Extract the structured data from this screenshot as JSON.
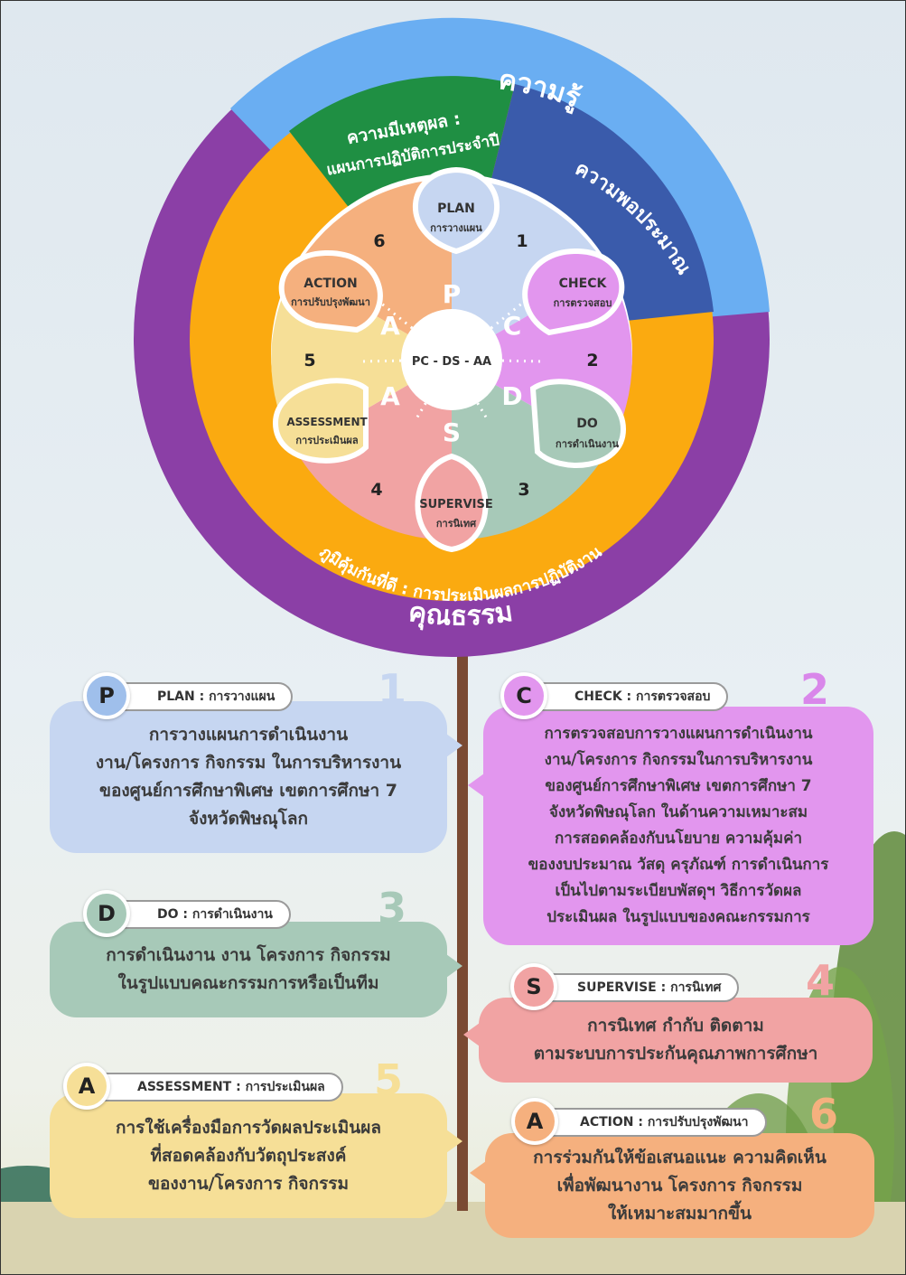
{
  "wheel": {
    "outer_top": "ความรู้",
    "outer_bottom": "คุณธรรม",
    "green_line1": "ความมีเหตุผล :",
    "green_line2": "แผนการปฏิบัติการประจำปี",
    "navy_label": "ความพอประมาณ",
    "orange_label": "ภูมิคุ้มกันที่ดี : การประเมินผลการปฏิบัติงาน",
    "center": "PC - DS - AA",
    "petals": [
      {
        "en": "PLAN",
        "th": "การวางแผน",
        "letter": "P",
        "num": "1"
      },
      {
        "en": "CHECK",
        "th": "การตรวจสอบ",
        "letter": "C",
        "num": "2"
      },
      {
        "en": "DO",
        "th": "การดำเนินงาน",
        "letter": "D",
        "num": "3"
      },
      {
        "en": "SUPERVISE",
        "th": "การนิเทศ",
        "letter": "S",
        "num": "4"
      },
      {
        "en": "ASSESSMENT",
        "th": "การประเมินผล",
        "letter": "A",
        "num": "5"
      },
      {
        "en": "ACTION",
        "th": "การปรับปรุงพัฒนา",
        "letter": "A",
        "num": "6"
      }
    ]
  },
  "cards": {
    "plan": {
      "letter": "P",
      "title": "PLAN : การวางแผน",
      "num": "1",
      "body": "การวางแผนการดำเนินงาน\nงาน/โครงการ กิจกรรม ในการบริหารงาน\nของศูนย์การศึกษาพิเศษ เขตการศึกษา 7\nจังหวัดพิษณุโลก"
    },
    "check": {
      "letter": "C",
      "title": "CHECK : การตรวจสอบ",
      "num": "2",
      "body": "การตรวจสอบการวางแผนการดำเนินงาน\nงาน/โครงการ กิจกรรมในการบริหารงาน\nของศูนย์การศึกษาพิเศษ เขตการศึกษา 7\nจังหวัดพิษณุโลก ในด้านความเหมาะสม\nการสอดคล้องกับนโยบาย ความคุ้มค่า\nของงบประมาณ วัสดุ ครุภัณฑ์ การดำเนินการ\nเป็นไปตามระเบียบพัสดุฯ วิธีการวัดผล\nประเมินผล ในรูปแบบของคณะกรรมการ"
    },
    "do": {
      "letter": "D",
      "title": "DO : การดำเนินงาน",
      "num": "3",
      "body": "การดำเนินงาน งาน โครงการ กิจกรรม\nในรูปแบบคณะกรรมการหรือเป็นทีม"
    },
    "supervise": {
      "letter": "S",
      "title": "SUPERVISE : การนิเทศ",
      "num": "4",
      "body": "การนิเทศ กำกับ ติดตาม\nตามระบบการประกันคุณภาพการศึกษา"
    },
    "assessment": {
      "letter": "A",
      "title": "ASSESSMENT : การประเมินผล",
      "num": "5",
      "body": "การใช้เครื่องมือการวัดผลประเมินผล\nที่สอดคล้องกับวัตถุประสงค์\nของงาน/โครงการ กิจกรรม"
    },
    "action": {
      "letter": "A",
      "title": "ACTION  : การปรับปรุงพัฒนา",
      "num": "6",
      "body": "การร่วมกันให้ข้อเสนอแนะ ความคิดเห็น\nเพื่อพัฒนางาน โครงการ กิจกรรม\nให้เหมาะสมมากขึ้น"
    }
  },
  "colors": {
    "blue": "#6aaef2",
    "purple": "#8b3fa6",
    "green": "#1f8f43",
    "navy": "#3a5bab",
    "orange": "#fbaa10",
    "plan": "#c6d6f1",
    "check": "#e296ee",
    "do": "#a7c9b8",
    "supervise": "#f1a3a3",
    "assessment": "#f6df97",
    "action": "#f5b07e"
  }
}
